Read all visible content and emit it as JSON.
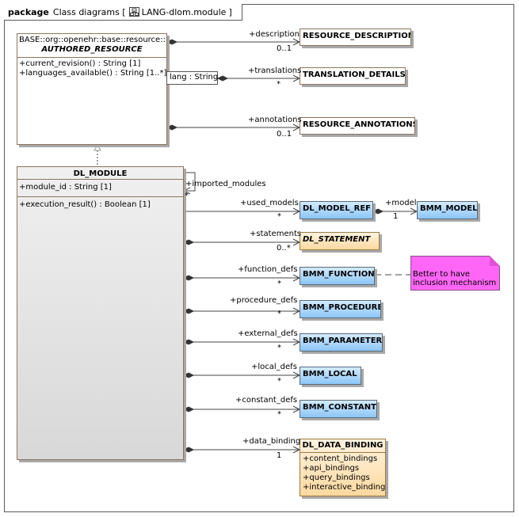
{
  "frame": {
    "keyword": "package",
    "title_prefix": "Class diagrams [",
    "diagram_name": "LANG-dlom.module",
    "title_suffix": "]"
  },
  "authored_resource": {
    "namespace": "BASE::org::openehr::base::resource::",
    "name": "AUTHORED_RESOURCE",
    "operations": [
      "+current_revision() : String [1]",
      "+languages_available() : String [1..*]"
    ],
    "qualifier": "lang : String"
  },
  "dl_module": {
    "name": "DL_MODULE",
    "attributes": [
      "+module_id : String [1]"
    ],
    "operations": [
      "+execution_result() : Boolean [1]"
    ],
    "self_assoc": {
      "role": "+imported_modules",
      "multiplicity": "*"
    }
  },
  "top_assocs": [
    {
      "role": "+description",
      "multiplicity": "0..1",
      "target": "RESOURCE_DESCRIPTION"
    },
    {
      "role": "+translations",
      "multiplicity": "*",
      "target": "TRANSLATION_DETAILS"
    },
    {
      "role": "+annotations",
      "multiplicity": "0..1",
      "target": "RESOURCE_ANNOTATIONS"
    }
  ],
  "module_assocs": [
    {
      "role": "+used_models",
      "multiplicity": "*",
      "target": "DL_MODEL_REF"
    },
    {
      "role": "+statements",
      "multiplicity": "0..*",
      "target": "DL_STATEMENT"
    },
    {
      "role": "+function_defs",
      "multiplicity": "*",
      "target": "BMM_FUNCTION"
    },
    {
      "role": "+procedure_defs",
      "multiplicity": "*",
      "target": "BMM_PROCEDURE"
    },
    {
      "role": "+external_defs",
      "multiplicity": "*",
      "target": "BMM_PARAMETER"
    },
    {
      "role": "+local_defs",
      "multiplicity": "*",
      "target": "BMM_LOCAL"
    },
    {
      "role": "+constant_defs",
      "multiplicity": "*",
      "target": "BMM_CONSTANT"
    },
    {
      "role": "+data_binding",
      "multiplicity": "1",
      "target": "DL_DATA_BINDING"
    }
  ],
  "model_ref_assoc": {
    "role": "+model",
    "multiplicity": "1",
    "target": "BMM_MODEL"
  },
  "data_binding": {
    "attributes": [
      "+content_bindings",
      "+api_bindings",
      "+query_bindings",
      "+interactive_bindings"
    ]
  },
  "note": {
    "text": "Better to have inclusion mechanism"
  }
}
